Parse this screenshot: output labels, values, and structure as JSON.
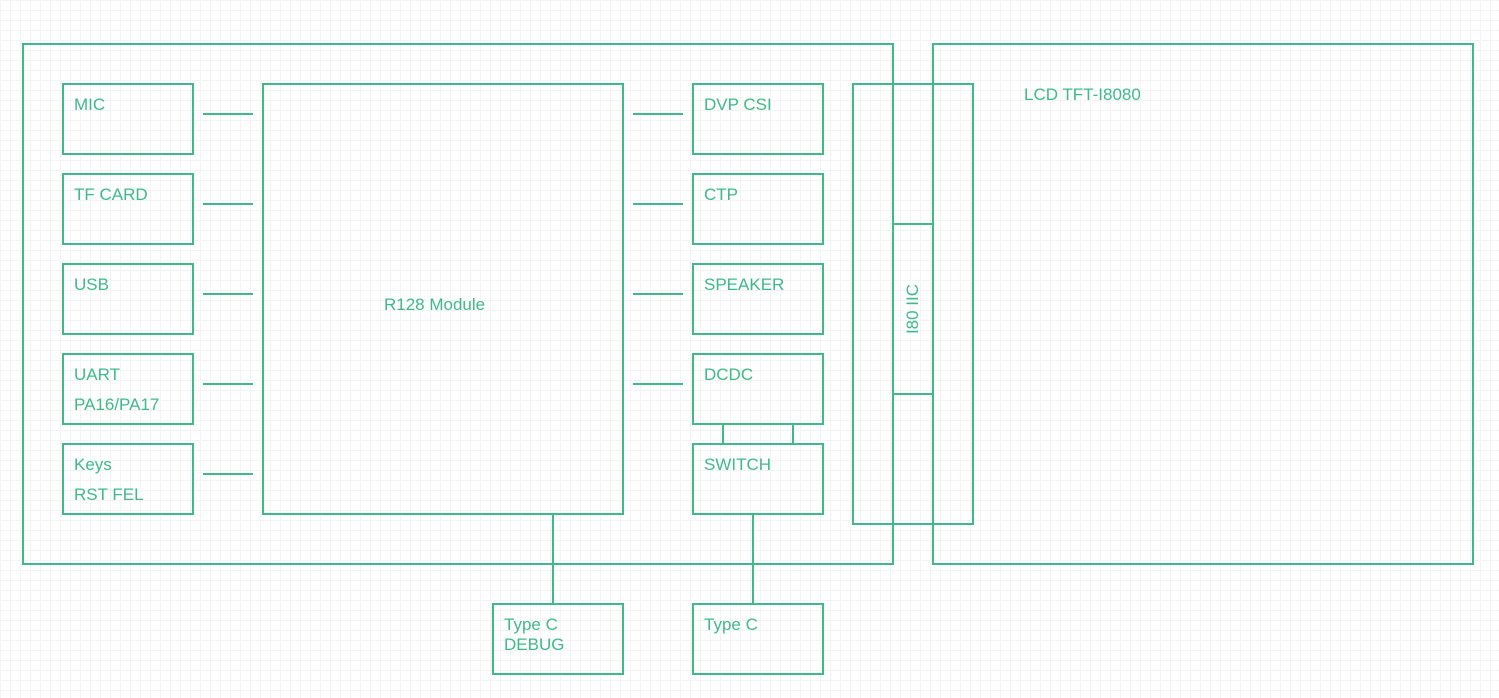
{
  "colors": {
    "stroke": "#3fb98a",
    "text": "#3fb98a",
    "background": "#ffffff",
    "grid": "#f3f3f3"
  },
  "labels": {
    "mic": "MIC",
    "tf_card": "TF CARD",
    "usb": "USB",
    "uart": "UART",
    "uart_pins": "PA16/PA17",
    "keys": "Keys",
    "keys_sub": "RST FEL",
    "r128": "R128 Module",
    "dvp_csi": "DVP CSI",
    "ctp": "CTP",
    "speaker": "SPEAKER",
    "dcdc": "DCDC",
    "switch": "SWITCH",
    "i80_iic": "I80 IIC",
    "lcd": "LCD TFT-I8080",
    "typec_debug_1": "Type C",
    "typec_debug_2": "DEBUG",
    "typec_power": "Type C"
  }
}
